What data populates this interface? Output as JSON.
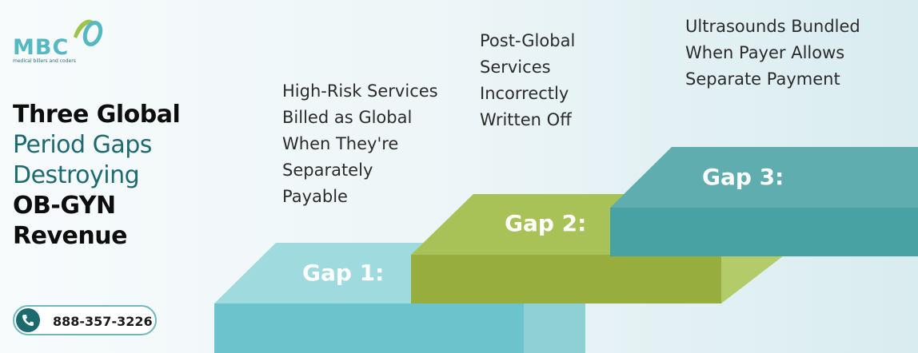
{
  "brand": {
    "logo_text": "MBC",
    "logo_subtitle": "medical billers and coders"
  },
  "title": {
    "line1": "Three Global",
    "line2": "Period Gaps",
    "line3": "Destroying",
    "line4": "OB-GYN",
    "line5": "Revenue"
  },
  "phone": {
    "number": "888-357-3226",
    "icon": "phone-icon"
  },
  "gaps": [
    {
      "label": "Gap 1:",
      "description": "High-Risk Services\nBilled as Global\nWhen They're\nSeparately\nPayable"
    },
    {
      "label": "Gap 2:",
      "description": "Post-Global\nServices\nIncorrectly\nWritten Off"
    },
    {
      "label": "Gap 3:",
      "description": "Ultrasounds Bundled\nWhen Payer Allows\nSeparate Payment"
    }
  ],
  "colors": {
    "teal_light": "#72c8cf",
    "olive": "#9db44a",
    "teal_dark": "#4aa5a6",
    "title_dark": "#0d0d0d",
    "title_teal": "#1d6a70"
  }
}
